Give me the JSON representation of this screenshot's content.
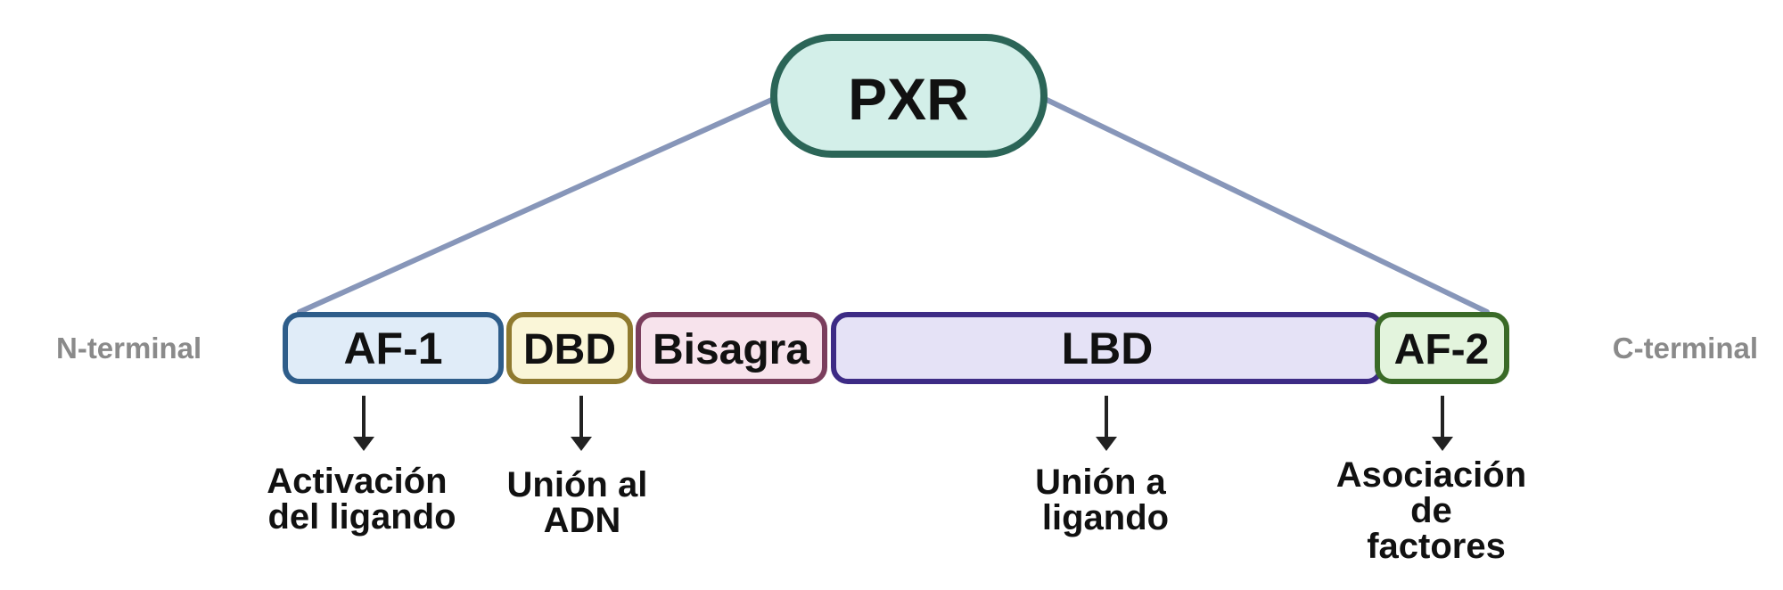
{
  "protein": {
    "name": "PXR",
    "fill": "#d3efe9",
    "stroke": "#2b6557"
  },
  "termini": {
    "n_terminal": "N-terminal",
    "c_terminal": "C-terminal",
    "color": "#8a8a8a"
  },
  "connector_color": "#8796b9",
  "domains": [
    {
      "key": "af1",
      "label": "AF-1",
      "fill": "#e0ecf8",
      "stroke": "#2e5d8a"
    },
    {
      "key": "dbd",
      "label": "DBD",
      "fill": "#faf6d8",
      "stroke": "#8f7a2f"
    },
    {
      "key": "hinge",
      "label": "Bisagra",
      "fill": "#f7e3ec",
      "stroke": "#7b3e5d"
    },
    {
      "key": "lbd",
      "label": "LBD",
      "fill": "#e5e2f6",
      "stroke": "#3d2b85"
    },
    {
      "key": "af2",
      "label": "AF-2",
      "fill": "#e3f4dd",
      "stroke": "#3a6a27"
    }
  ],
  "functions": [
    {
      "domain": "af1",
      "lines": [
        "Activación",
        "del ligando"
      ]
    },
    {
      "domain": "dbd",
      "lines": [
        "Unión al",
        "ADN"
      ]
    },
    {
      "domain": "lbd",
      "lines": [
        "Unión a",
        "ligando"
      ]
    },
    {
      "domain": "af2",
      "lines": [
        "Asociación",
        "de",
        "factores"
      ]
    }
  ]
}
